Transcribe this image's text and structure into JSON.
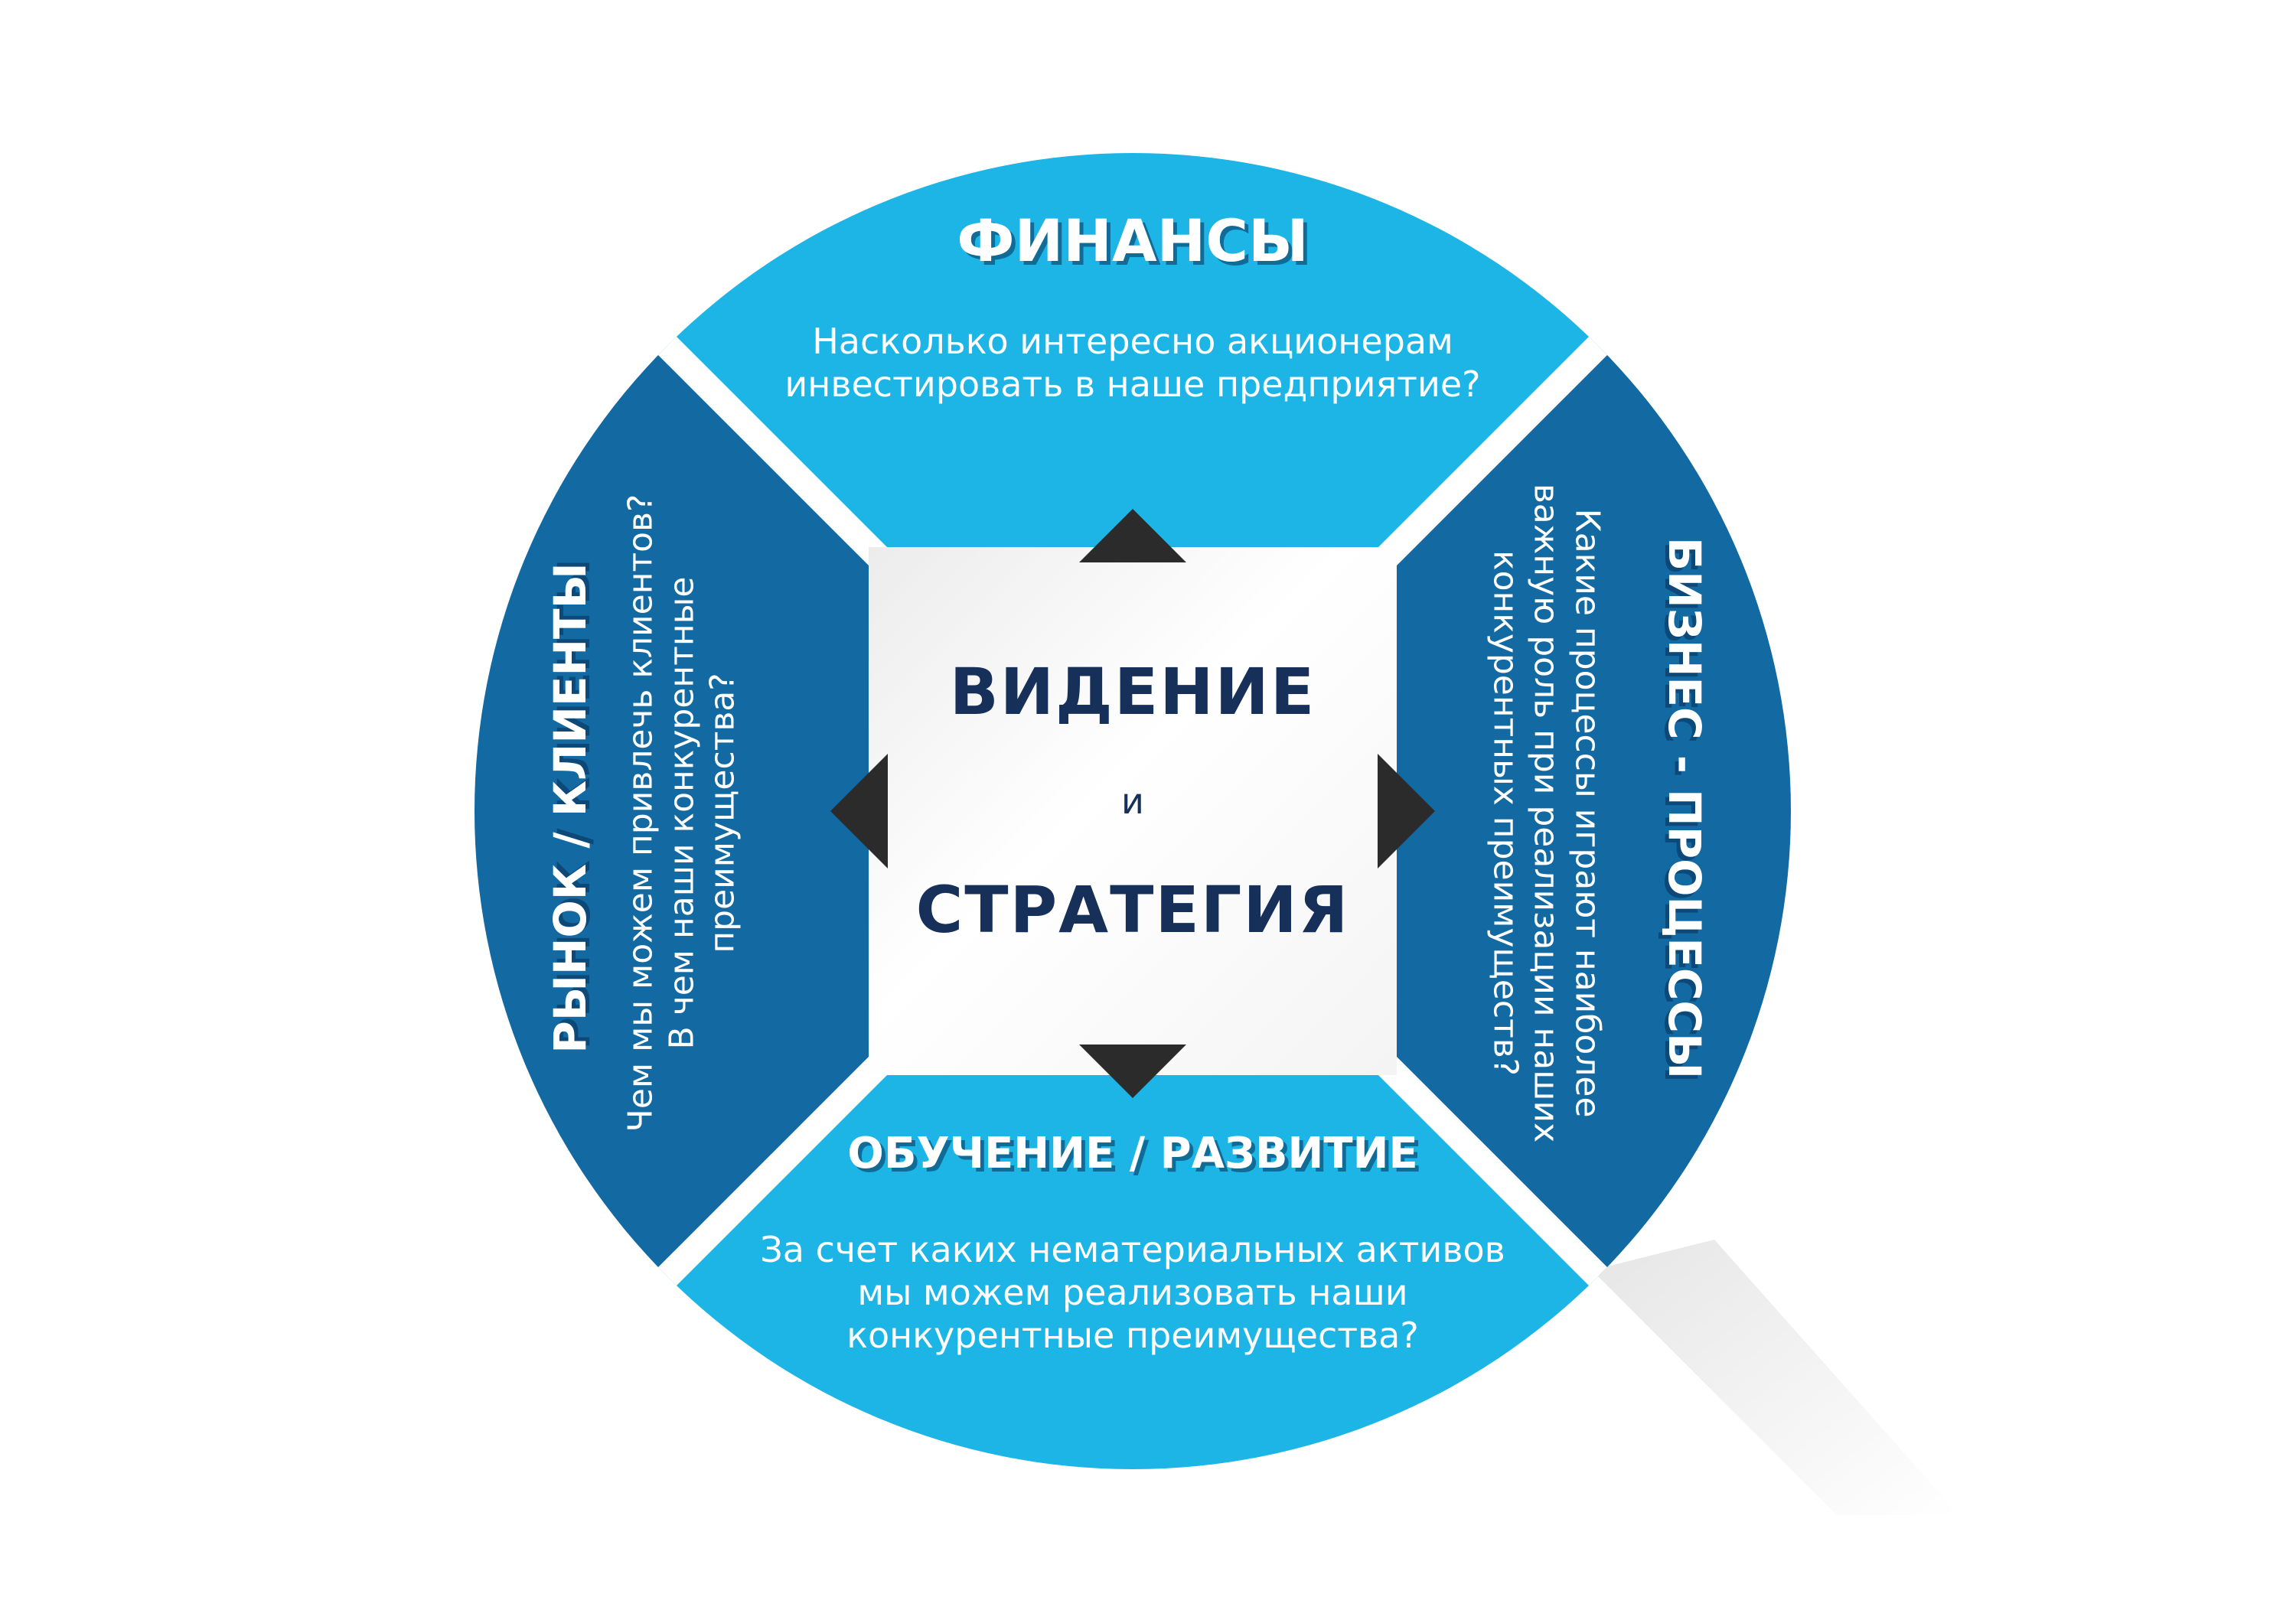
{
  "center": {
    "title_top": "ВИДЕНИЕ",
    "conjunction": "и",
    "title_bottom": "СТРАТЕГИЯ"
  },
  "quadrants": {
    "top": {
      "title": "ФИНАНСЫ",
      "question_lines": [
        "Насколько интересно акционерам",
        "инвестировать в наше предприятие?"
      ]
    },
    "bottom": {
      "title": "ОБУЧЕНИЕ / РАЗВИТИЕ",
      "question_lines": [
        "За счет каких нематериальных активов",
        "мы можем реализовать наши",
        "конкурентные преимущества?"
      ]
    },
    "left": {
      "title": "РЫНОК / КЛИЕНТЫ",
      "question_lines": [
        "Чем мы можем привлечь клиентов?",
        "В чем наши конкурентные",
        "преимущества?"
      ]
    },
    "right": {
      "title": "БИЗНЕС - ПРОЦЕССЫ",
      "question_lines": [
        "Какие процессы играют наиболее",
        "важную роль при реализации наших",
        "конкурентных преимуществ?"
      ]
    }
  },
  "colors": {
    "light_blue": "#1cb5e6",
    "dark_blue": "#136aa3",
    "center_text": "#16305a",
    "arrow": "#2b2b2b",
    "gap": "#ffffff"
  }
}
